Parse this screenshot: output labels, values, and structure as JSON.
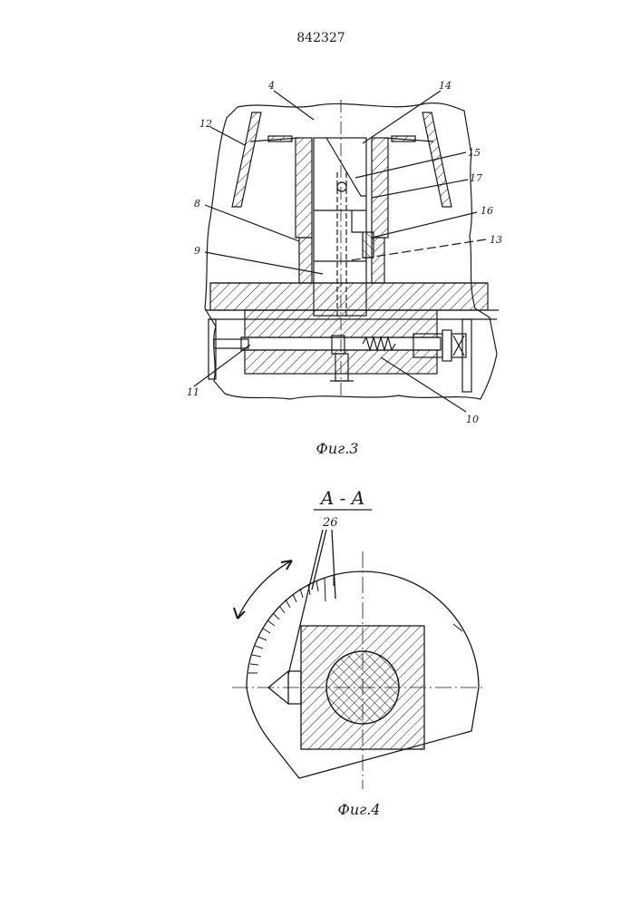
{
  "document_number": "842327",
  "figure3": {
    "caption": "Фиг.3",
    "labels": {
      "l4": "4",
      "l14": "14",
      "l12": "12",
      "l15": "15",
      "l17": "17",
      "l8": "8",
      "l16": "16",
      "l9": "9",
      "l13": "13",
      "l11": "11",
      "l10": "10"
    }
  },
  "figure4": {
    "section_label": "A - A",
    "callout": "26",
    "caption": "Фиг.4"
  },
  "colors": {
    "ink": "#1a1a1a",
    "paper": "#ffffff"
  }
}
